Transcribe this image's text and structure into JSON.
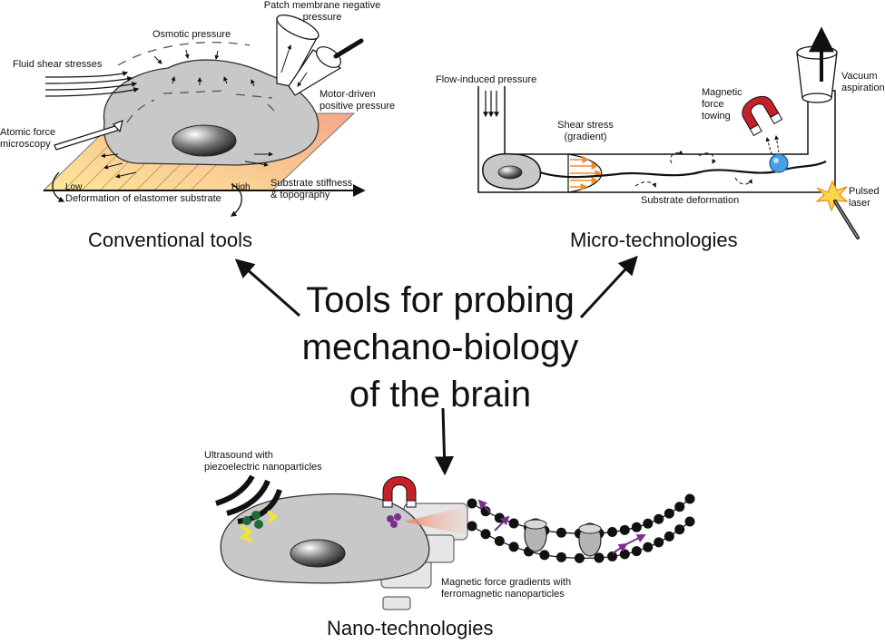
{
  "center_title": [
    "Tools for probing",
    "mechano-biology",
    "of the brain"
  ],
  "sections": {
    "conventional": "Conventional tools",
    "micro": "Micro-technologies",
    "nano": "Nano-technologies"
  },
  "conventional_labels": {
    "osmotic": "Osmotic pressure",
    "patch": [
      "Patch membrane negative",
      "pressure"
    ],
    "fluid_shear": "Fluid shear stresses",
    "motor": [
      "Motor-driven",
      "positive pressure"
    ],
    "afm": [
      "Atomic force",
      "microscopy"
    ],
    "substrate_stiffness": [
      "Substrate stiffness",
      "& topography"
    ],
    "low": "Low",
    "high": "High",
    "deformation": "Deformation of elastomer substrate"
  },
  "micro_labels": {
    "flow_pressure": "Flow-induced pressure",
    "shear": [
      "Shear stress",
      "(gradient)"
    ],
    "magnetic_towing": [
      "Magnetic",
      "force",
      "towing"
    ],
    "vacuum": [
      "Vacuum",
      "aspiration"
    ],
    "substrate_deformation": "Substrate deformation",
    "pulsed_laser": [
      "Pulsed",
      "laser"
    ]
  },
  "nano_labels": {
    "ultrasound": [
      "Ultrasound with",
      "piezoelectric nanoparticles"
    ],
    "magnetic_gradients": [
      "Magnetic force gradients with",
      "ferromagnetic nanoparticles"
    ]
  },
  "colors": {
    "cell_fill": "#c8c8c8",
    "magnet_red": "#c8202a",
    "shear_orange": "#f08a2a",
    "bead_blue": "#4a9fe0",
    "nanoparticle_purple": "#7a2f8f",
    "nanoparticle_green": "#1e6b3a",
    "piezo_yellow": "#f2e531"
  }
}
